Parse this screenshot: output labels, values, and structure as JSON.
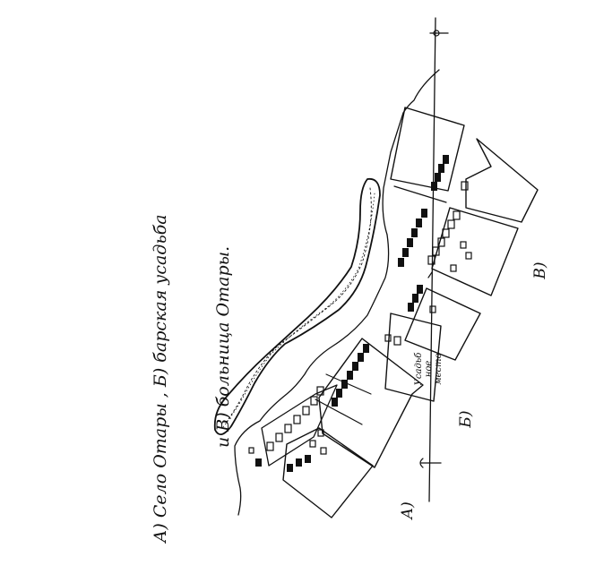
{
  "caption": {
    "line1": "А) Село Отары , Б) барская усадьба",
    "line2": "и В) больница Отары."
  },
  "labels": {
    "a": "А)",
    "b": "Б)",
    "v": "В)"
  },
  "inscription": {
    "line1": "Усадьб",
    "line2": "ное",
    "line3": "место"
  },
  "icons": {
    "north_south_marker": "cross-arrow-icon",
    "pond": "pond-icon"
  },
  "colors": {
    "ink": "#111111",
    "paper": "#ffffff"
  }
}
